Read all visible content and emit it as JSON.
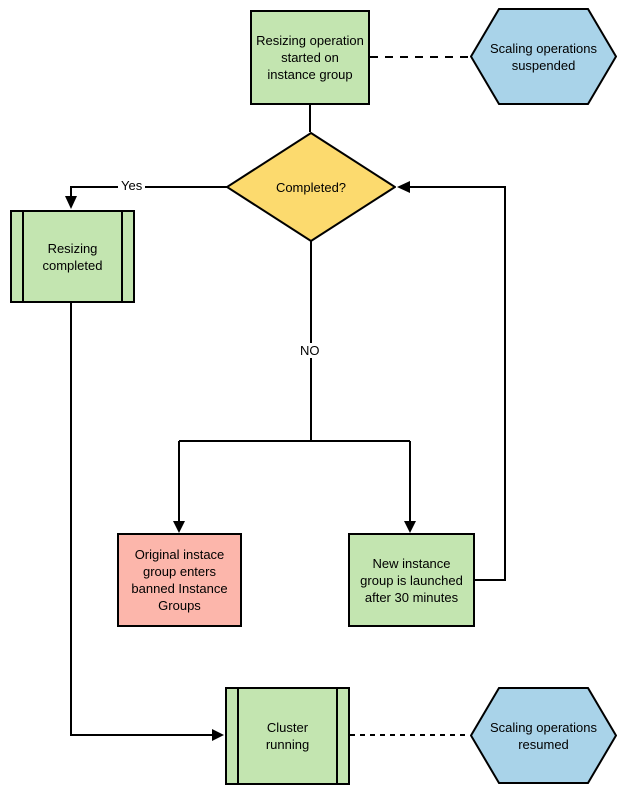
{
  "diagram": {
    "colors": {
      "process_green": "#c3e5b0",
      "terminal_blue": "#a9d3e9",
      "decision_yellow": "#fcda6e",
      "alert_pink": "#fcb6ab",
      "line_black": "#000000"
    },
    "nodes": {
      "start": {
        "label": "Resizing operation started on instance group",
        "lines": [
          "Resizing operation",
          "started on",
          "instance group"
        ]
      },
      "suspended": {
        "label": "Scaling operations suspended",
        "lines": [
          "Scaling operations",
          "suspended"
        ]
      },
      "decision": {
        "label": "Completed?",
        "lines": [
          "Completed?"
        ]
      },
      "resizing_completed": {
        "label": "Resizing completed",
        "lines": [
          "Resizing",
          "completed"
        ]
      },
      "banned_group": {
        "label": "Original instace group enters banned Instance Groups",
        "lines": [
          "Original instace",
          "group enters",
          "banned Instance",
          "Groups"
        ]
      },
      "new_group": {
        "label": "New instance group is launched after 30 minutes",
        "lines": [
          "New instance",
          "group is launched",
          "after 30 minutes"
        ]
      },
      "cluster_running": {
        "label": "Cluster running",
        "lines": [
          "Cluster",
          "running"
        ]
      },
      "resumed": {
        "label": "Scaling operations resumed",
        "lines": [
          "Scaling operations",
          "resumed"
        ]
      }
    },
    "edges": {
      "yes": {
        "label": "Yes"
      },
      "no": {
        "label": "NO"
      }
    }
  }
}
